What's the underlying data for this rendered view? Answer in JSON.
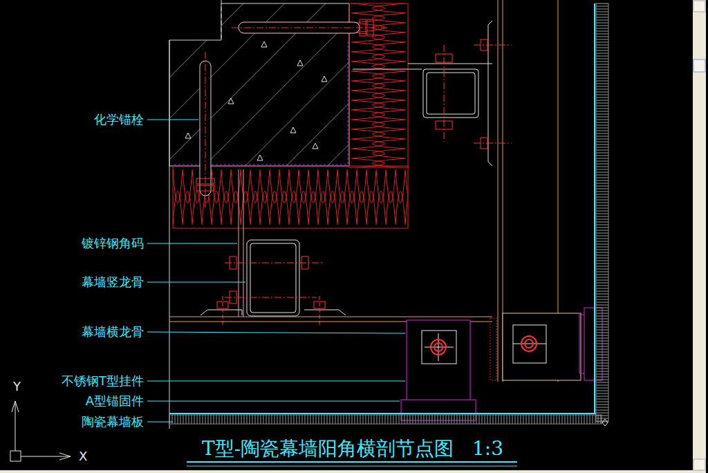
{
  "diagram": {
    "title": "T型-陶瓷幕墙阳角横剖节点图   1:3",
    "labels": [
      "化学锚栓",
      "镀锌钢角码",
      "幕墙竖龙骨",
      "幕墙横龙骨",
      "不锈钢T型挂件",
      "A型锚固件",
      "陶瓷幕墙板",
      "Y",
      "X"
    ]
  }
}
